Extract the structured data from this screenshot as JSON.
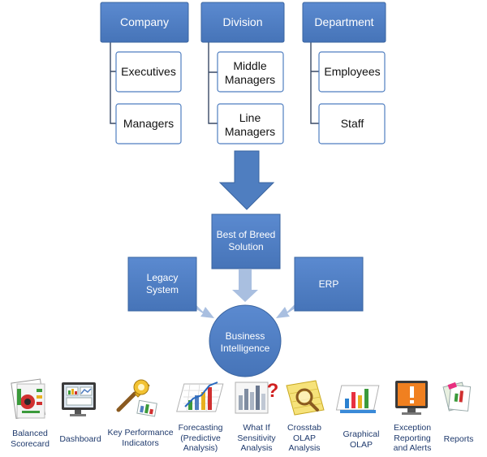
{
  "hierarchy": {
    "columns": [
      {
        "header": "Company",
        "items": [
          [
            "Executives"
          ],
          [
            "Managers"
          ]
        ]
      },
      {
        "header": "Division",
        "items": [
          [
            "Middle",
            "Managers"
          ],
          [
            "Line",
            "Managers"
          ]
        ]
      },
      {
        "header": "Department",
        "items": [
          [
            "Employees"
          ],
          [
            "Staff"
          ]
        ]
      }
    ]
  },
  "sources": {
    "best_of_breed": [
      "Best of Breed",
      "Solution"
    ],
    "legacy": [
      "Legacy",
      "System"
    ],
    "erp": [
      "ERP"
    ]
  },
  "target": {
    "label": [
      "Business",
      "Intelligence"
    ]
  },
  "outputs": [
    {
      "icon": "balanced-scorecard-icon",
      "label": [
        "Balanced",
        "Scorecard"
      ]
    },
    {
      "icon": "dashboard-icon",
      "label": [
        "Dashboard"
      ]
    },
    {
      "icon": "kpi-icon",
      "label": [
        "Key Performance",
        "Indicators"
      ]
    },
    {
      "icon": "forecasting-icon",
      "label": [
        "Forecasting",
        "(Predictive",
        "Analysis)"
      ]
    },
    {
      "icon": "what-if-icon",
      "label": [
        "What If",
        "Sensitivity",
        "Analysis"
      ]
    },
    {
      "icon": "crosstab-icon",
      "label": [
        "Crosstab",
        "OLAP",
        "Analysis"
      ]
    },
    {
      "icon": "graphical-olap-icon",
      "label": [
        "Graphical",
        "OLAP"
      ]
    },
    {
      "icon": "exception-icon",
      "label": [
        "Exception",
        "Reporting",
        "and Alerts"
      ]
    },
    {
      "icon": "reports-icon",
      "label": [
        "Reports"
      ]
    }
  ],
  "colors": {
    "header_fill": "#4f7ec0",
    "header_stroke": "#3a64a0",
    "child_fill": "#ffffff",
    "child_stroke": "#4f7ec0",
    "connector": "#3a4a66",
    "down_arrow": "#4f7ec0",
    "small_arrow": "#a9bfe0",
    "label_text": "#1f3a6d"
  }
}
